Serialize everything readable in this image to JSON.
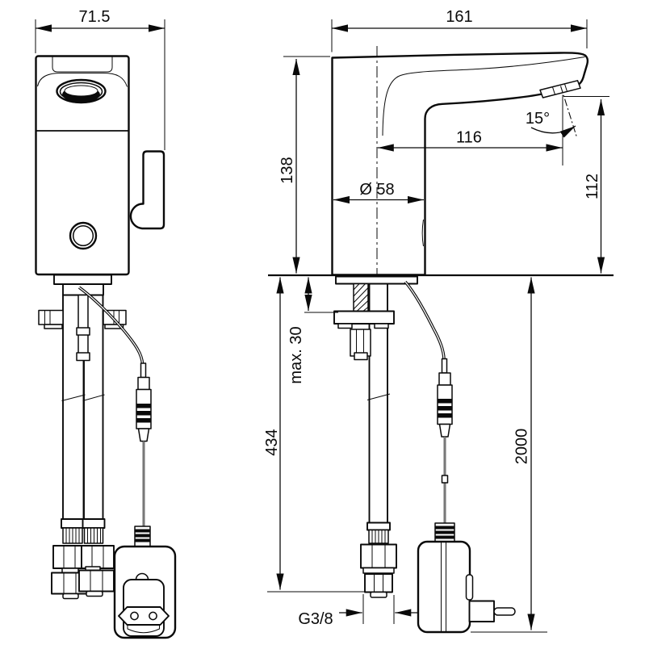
{
  "dimensions": {
    "front_width": "71.5",
    "overall_depth": "161",
    "body_height": "138",
    "spout_reach": "116",
    "spout_angle": "15°",
    "base_diameter": "Ø 58",
    "outlet_height": "112",
    "max_deck_thickness": "max. 30",
    "supply_length": "434",
    "cable_length": "2000",
    "supply_thread": "G3/8"
  }
}
